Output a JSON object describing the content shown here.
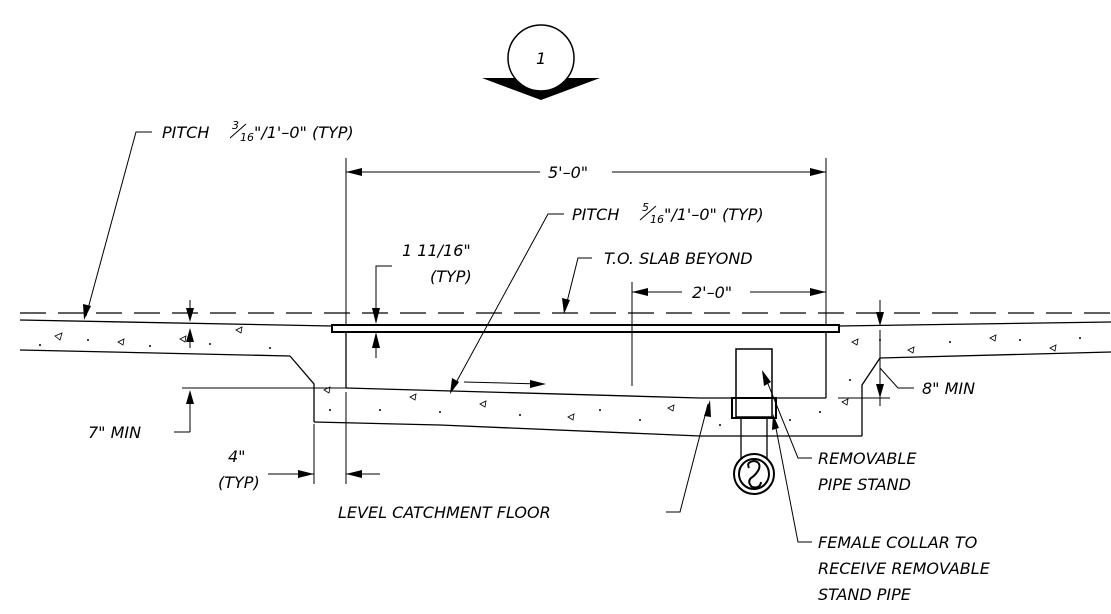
{
  "section_marker": {
    "number": "1"
  },
  "labels": {
    "pitch_top_prefix": "PITCH ",
    "pitch_top_num": "3",
    "pitch_top_den": "16",
    "pitch_top_suffix": "\"/1'–0\" (TYP)",
    "dim_5ft": "5'–0\"",
    "pitch_inner_prefix": "PITCH ",
    "pitch_inner_num": "5",
    "pitch_inner_den": "16",
    "pitch_inner_suffix": "\"/1'–0\" (TYP)",
    "dim_1_11_16_line1": "1  11/16\"",
    "dim_1_11_16_line2": "(TYP)",
    "to_slab": "T.O.  SLAB  BEYOND",
    "dim_2ft": "2'–0\"",
    "min_7": "7\"  MIN",
    "min_8": "8\"  MIN",
    "dim_4_line1": "4\"",
    "dim_4_line2": "(TYP)",
    "level_floor": "LEVEL  CATCHMENT  FLOOR",
    "pipe_stand_line1": "REMOVABLE",
    "pipe_stand_line2": "PIPE  STAND",
    "collar_line1": "FEMALE  COLLAR  TO",
    "collar_line2": "RECEIVE  REMOVABLE",
    "collar_line3": "STAND  PIPE"
  }
}
